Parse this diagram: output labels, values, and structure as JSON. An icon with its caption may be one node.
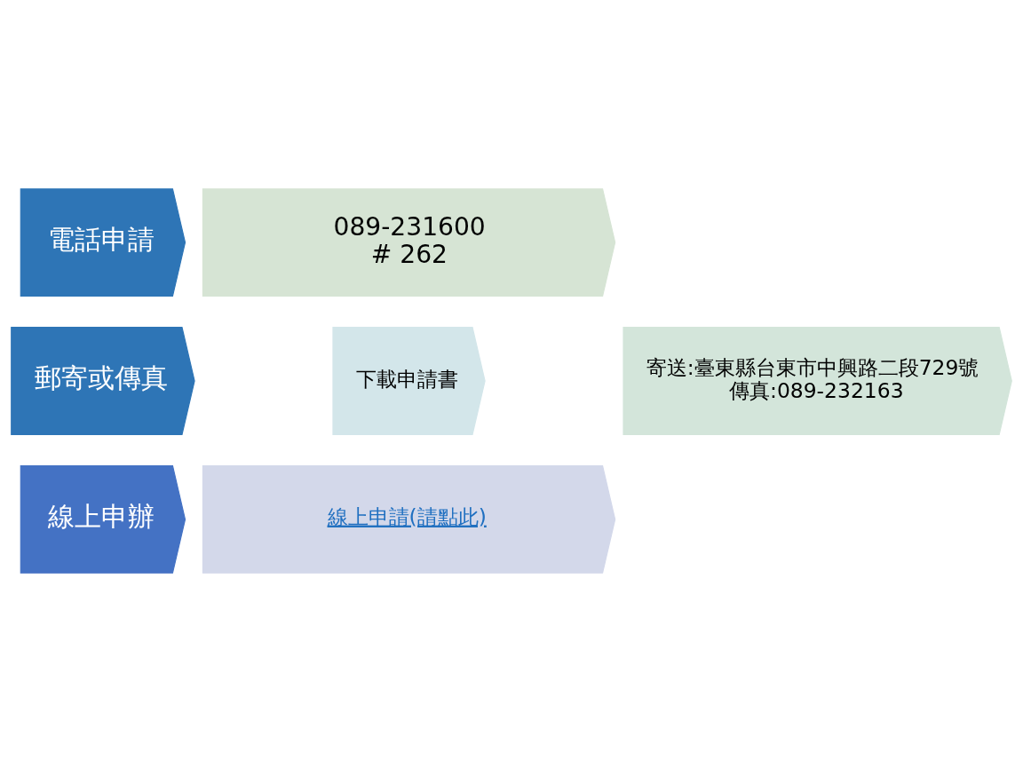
{
  "diagram": {
    "nodes": [
      {
        "text": [
          "線上申辦"
        ]
      },
      {
        "text": [
          "線上申請(請點此)"
        ]
      },
      {
        "text": [
          "郵寄或傳真"
        ]
      },
      {
        "text": [
          "下載申請書"
        ]
      },
      {
        "text": [
          "寄送:臺東縣台東市中興路二段729號",
          "傳真:089-232163"
        ]
      },
      {
        "text": [
          "電話申請"
        ]
      },
      {
        "text": [
          "089-231600",
          "# 262"
        ]
      }
    ]
  }
}
